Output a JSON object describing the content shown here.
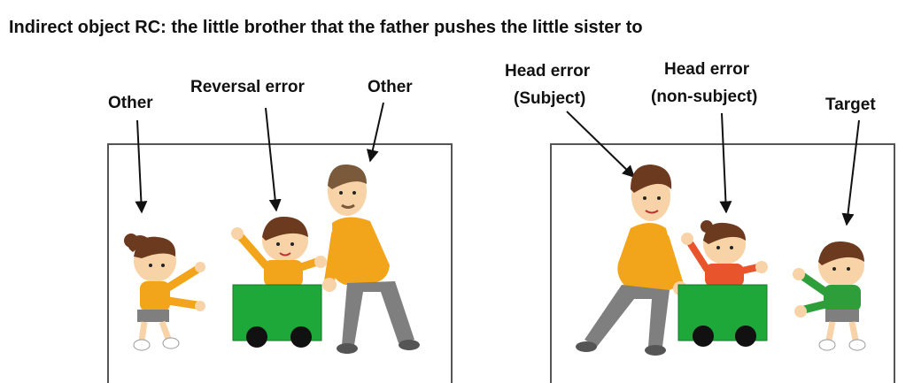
{
  "title": "Indirect object RC:  the little brother that the father pushes the little sister to",
  "left_panel": {
    "labels": {
      "other_left": "Other",
      "reversal": "Reversal error",
      "other_right": "Other"
    }
  },
  "right_panel": {
    "labels": {
      "head_subject_line1": "Head error",
      "head_subject_line2": "(Subject)",
      "head_nonsubject_line1": "Head error",
      "head_nonsubject_line2": "(non-subject)",
      "target": "Target"
    }
  },
  "colors": {
    "shirt_orange": "#F2A51A",
    "shirt_green": "#2E9E3A",
    "shirt_red": "#E8542B",
    "cart_green": "#1FA83A",
    "pants_gray": "#7F7F7F",
    "hair_brown": "#6B3A1F",
    "skin": "#F9D3A8"
  }
}
